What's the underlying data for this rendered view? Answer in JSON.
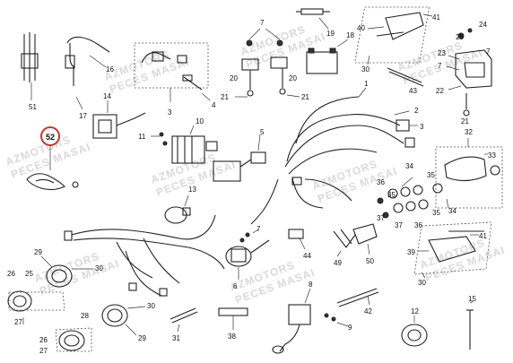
{
  "watermark": {
    "line1": "AZMOTORS",
    "line2": "PECES MASAI"
  },
  "highlight": {
    "label": "52",
    "ring_color": "#c0392b"
  },
  "callouts": {
    "n1": "1",
    "n2": "2",
    "n3": "3",
    "n4": "4",
    "n5": "5",
    "n6": "6",
    "n7": "7",
    "n8": "8",
    "n9": "9",
    "n10": "10",
    "n11": "11",
    "n12": "12",
    "n13": "13",
    "n14": "14",
    "n15": "15",
    "n16": "16",
    "n17": "17",
    "n18": "18",
    "n19": "19",
    "n20": "20",
    "n21": "21",
    "n22": "22",
    "n23": "23",
    "n24": "24",
    "n25": "25",
    "n26": "26",
    "n27": "27",
    "n28": "28",
    "n29": "29",
    "n30": "30",
    "n31": "31",
    "n32": "32",
    "n33": "33",
    "n34": "34",
    "n35": "35",
    "n36": "36",
    "n37": "37",
    "n38": "38",
    "n39": "39",
    "n40": "40",
    "n41": "41",
    "n42": "42",
    "n43": "43",
    "n44": "44",
    "n49": "49",
    "n50": "50",
    "n51": "51"
  }
}
